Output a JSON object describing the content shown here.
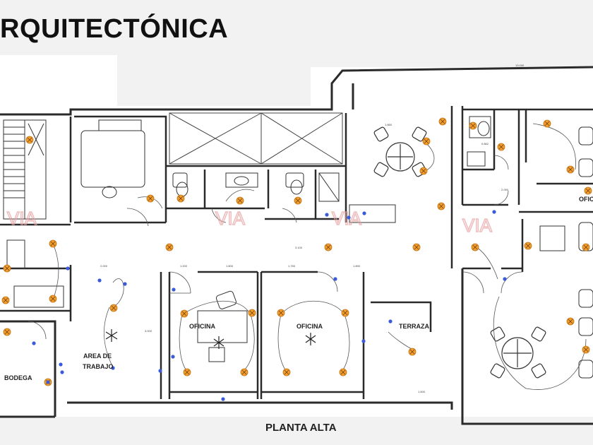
{
  "title": "RQUITECTÓNICA",
  "plan_title": "PLANTA ALTA",
  "rooms": {
    "oficina_1": "OFICINA",
    "oficina_2": "OFICINA",
    "oficina_right": "OFIC",
    "terraza": "TERRAZA",
    "area_de": "AREA DE",
    "trabajo": "TRABAJO",
    "bodega": "BODEGA"
  },
  "watermark": "VIA",
  "colors": {
    "wall": "#2a2a2a",
    "light_fixture": "#f0a030",
    "sensor": "#3a5bd9",
    "circuit": "#555555"
  },
  "dimensions": [
    "2.000",
    "1.200",
    "1.800",
    "1.750",
    "3.000",
    "1.860",
    "3.100",
    "1.890",
    "0.862",
    "2.050",
    "1.600",
    "13.000"
  ]
}
